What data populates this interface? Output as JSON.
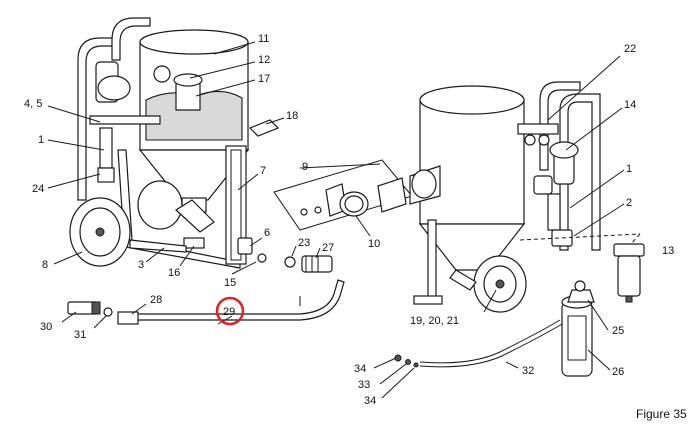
{
  "figure_caption": "Figure 35",
  "highlight_color": "#d62828",
  "callouts": [
    {
      "id": "c11",
      "text": "11"
    },
    {
      "id": "c12",
      "text": "12"
    },
    {
      "id": "c17",
      "text": "17"
    },
    {
      "id": "c18",
      "text": "18"
    },
    {
      "id": "c45",
      "text": "4, 5"
    },
    {
      "id": "c1a",
      "text": "1"
    },
    {
      "id": "c24",
      "text": "24"
    },
    {
      "id": "c7",
      "text": "7"
    },
    {
      "id": "c9",
      "text": "9"
    },
    {
      "id": "c8",
      "text": "8"
    },
    {
      "id": "c3",
      "text": "3"
    },
    {
      "id": "c16",
      "text": "16"
    },
    {
      "id": "c6",
      "text": "6"
    },
    {
      "id": "c15",
      "text": "15"
    },
    {
      "id": "c23",
      "text": "23"
    },
    {
      "id": "c27",
      "text": "27"
    },
    {
      "id": "c10",
      "text": "10"
    },
    {
      "id": "c28",
      "text": "28"
    },
    {
      "id": "c29",
      "text": "29"
    },
    {
      "id": "c30",
      "text": "30"
    },
    {
      "id": "c31",
      "text": "31"
    },
    {
      "id": "c22",
      "text": "22"
    },
    {
      "id": "c14",
      "text": "14"
    },
    {
      "id": "c1b",
      "text": "1"
    },
    {
      "id": "c2",
      "text": "2"
    },
    {
      "id": "c13",
      "text": "13"
    },
    {
      "id": "c192021",
      "text": "19, 20, 21"
    },
    {
      "id": "c25",
      "text": "25"
    },
    {
      "id": "c26",
      "text": "26"
    },
    {
      "id": "c32",
      "text": "32"
    },
    {
      "id": "c34a",
      "text": "34"
    },
    {
      "id": "c33",
      "text": "33"
    },
    {
      "id": "c34b",
      "text": "34"
    }
  ]
}
